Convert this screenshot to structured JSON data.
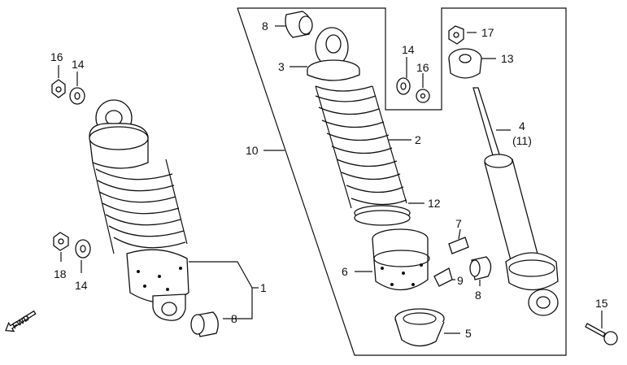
{
  "diagram": {
    "labels": {
      "p16_top": "16",
      "p14_top": "14",
      "p18": "18",
      "p14_bottom": "14",
      "p1": "1",
      "p8_left": "8",
      "p8_top": "8",
      "p3": "3",
      "p10": "10",
      "p14_mid": "14",
      "p16_mid": "16",
      "p2": "2",
      "p12": "12",
      "p17": "17",
      "p13": "13",
      "p4": "4",
      "p11": "(11)",
      "p7": "7",
      "p6": "6",
      "p9": "9",
      "p8_right": "8",
      "p5": "5",
      "p15": "15",
      "fwd": "FWD"
    },
    "parts": [
      "nut-icon",
      "washer-icon",
      "shock-absorber-icon",
      "bushing-icon",
      "spring-seat-icon",
      "spring-icon",
      "damper-icon",
      "stopper-rubber-icon",
      "cap-icon",
      "collar-icon",
      "bolt-icon",
      "arrow-icon"
    ]
  }
}
